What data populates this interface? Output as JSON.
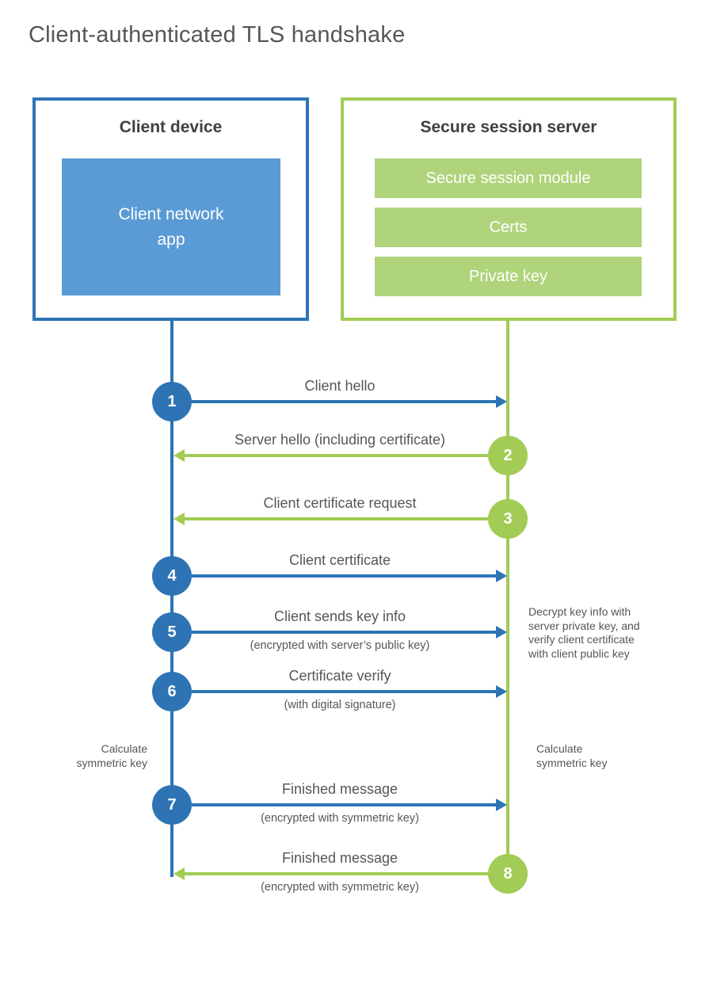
{
  "page": {
    "title": "Client-authenticated TLS handshake"
  },
  "colors": {
    "client_primary": "#2e74b5",
    "client_fill": "#5b9bd5",
    "server_primary": "#a2cc55",
    "server_fill": "#afd47b",
    "label_text": "#55565a",
    "heading_text": "#404042"
  },
  "client_box": {
    "title": "Client device",
    "app_label": "Client network\napp"
  },
  "server_box": {
    "title": "Secure session server",
    "modules": [
      "Secure session module",
      "Certs",
      "Private key"
    ]
  },
  "steps": [
    {
      "num": "1",
      "label": "Client hello",
      "direction": "client-to-server"
    },
    {
      "num": "2",
      "label": "Server hello (including certificate)",
      "direction": "server-to-client"
    },
    {
      "num": "3",
      "label": "Client certificate request",
      "direction": "server-to-client"
    },
    {
      "num": "4",
      "label": "Client certificate",
      "direction": "client-to-server"
    },
    {
      "num": "5",
      "label": "Client sends key info",
      "sub": "(encrypted with server’s public key)",
      "direction": "client-to-server"
    },
    {
      "num": "6",
      "label": "Certificate verify",
      "sub": "(with digital signature)",
      "direction": "client-to-server"
    },
    {
      "num": "7",
      "label": "Finished message",
      "sub": "(encrypted with symmetric key)",
      "direction": "client-to-server"
    },
    {
      "num": "8",
      "label": "Finished message",
      "sub": "(encrypted with symmetric key)",
      "direction": "server-to-client"
    }
  ],
  "notes": {
    "server_decrypt": "Decrypt key info with\nserver private key, and\nverify client certificate\nwith client public key",
    "client_calculate": "Calculate\nsymmetric key",
    "server_calculate": "Calculate\nsymmetric key"
  }
}
